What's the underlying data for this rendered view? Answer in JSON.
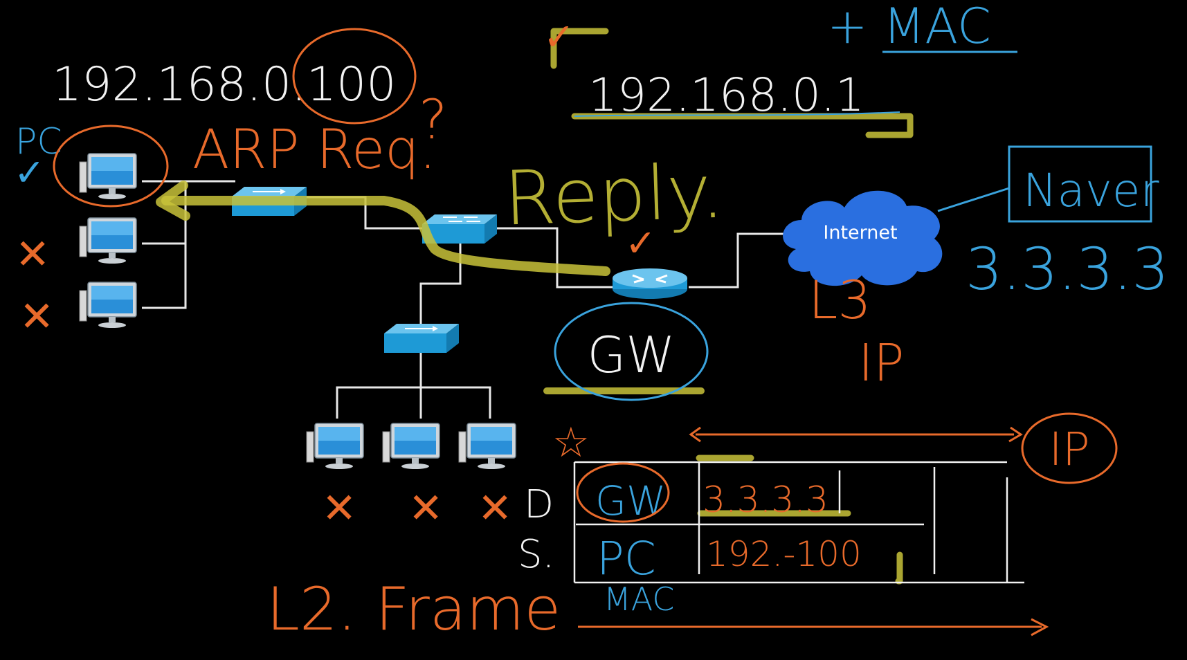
{
  "colors": {
    "background": "#000000",
    "orange": "#e86a2b",
    "blue": "#3aa3dd",
    "white": "#f2f2f2",
    "highlight": "#c8c23a",
    "cloud": "#2a6fe0",
    "device": "#1e9ad6"
  },
  "labels": {
    "pc_ip": "192.168.0.100",
    "gw_ip": "192.168.0.1",
    "plus_mac": "+ MAC",
    "pc": "PC",
    "arp_req": "ARP Req.",
    "question": "?",
    "reply": "Reply.",
    "internet": "Internet",
    "naver": "Naver",
    "naver_ip": "3.3.3.3",
    "l3": "L3",
    "ip_vertical": "IP",
    "gw": "GW",
    "ip_circled": "IP",
    "l2_frame": "L2. Frame",
    "mac": "MAC",
    "star": "☆"
  },
  "frame_table": {
    "rows": [
      {
        "label": "D",
        "mac": "GW",
        "ip": "3.3.3.3"
      },
      {
        "label": "S.",
        "mac": "PC",
        "ip": "192.-100"
      }
    ]
  },
  "marks": {
    "check": "✓",
    "cross": "✕"
  },
  "icons": [
    "pc-icon",
    "switch-icon",
    "l3-switch-icon",
    "router-icon",
    "cloud-icon"
  ]
}
